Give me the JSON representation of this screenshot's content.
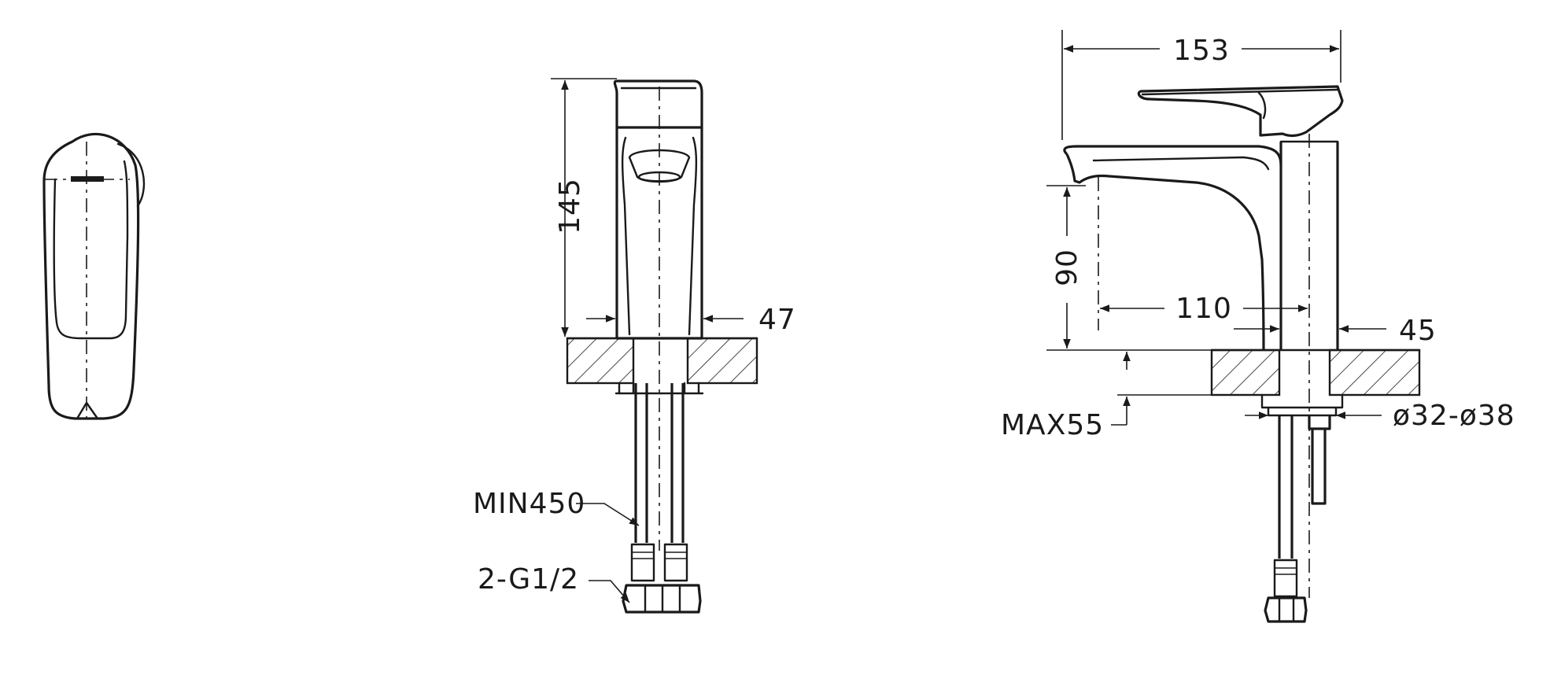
{
  "dimensions": {
    "width_total": "153",
    "height_body": "145",
    "body_width_front": "47",
    "spout_height": "90",
    "spout_reach": "110",
    "body_width_side": "45",
    "max_deck": "MAX55",
    "hole_diameter": "ø32-ø38",
    "hose_length": "MIN450",
    "connection": "2-G1/2"
  }
}
